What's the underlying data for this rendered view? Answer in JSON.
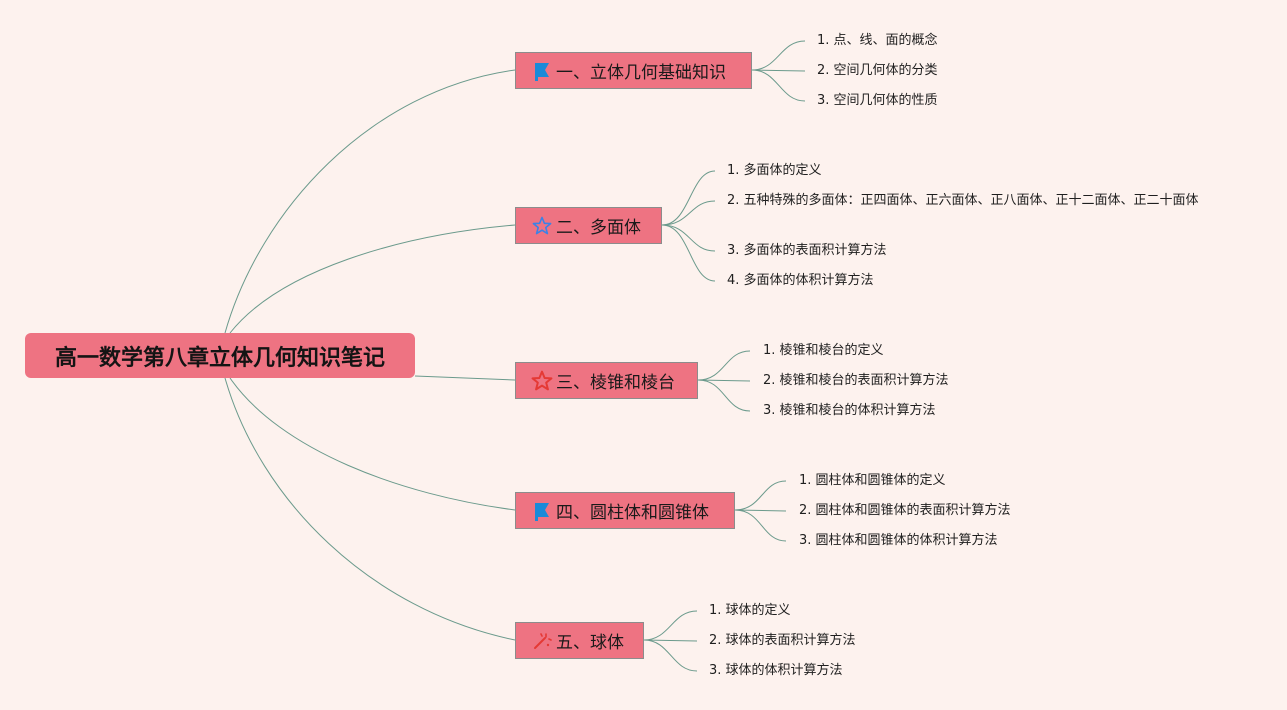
{
  "mindmap": {
    "root": {
      "label": "高一数学第八章立体几何知识笔记"
    },
    "topics": [
      {
        "label": "一、立体几何基础知识",
        "icon": "blue-flag-icon",
        "children": [
          "1. 点、线、面的概念",
          "2. 空间几何体的分类",
          "3. 空间几何体的性质"
        ]
      },
      {
        "label": "二、多面体",
        "icon": "blue-star-outline-icon",
        "children": [
          "1. 多面体的定义",
          "2. 五种特殊的多面体：正四面体、正六面体、正八面体、正十二面体、正二十面体",
          "3. 多面体的表面积计算方法",
          "4. 多面体的体积计算方法"
        ]
      },
      {
        "label": "三、棱锥和棱台",
        "icon": "red-star-outline-icon",
        "children": [
          "1. 棱锥和棱台的定义",
          "2. 棱锥和棱台的表面积计算方法",
          "3. 棱锥和棱台的体积计算方法"
        ]
      },
      {
        "label": "四、圆柱体和圆锥体",
        "icon": "blue-flag-icon",
        "children": [
          "1. 圆柱体和圆锥体的定义",
          "2. 圆柱体和圆锥体的表面积计算方法",
          "3. 圆柱体和圆锥体的体积计算方法"
        ]
      },
      {
        "label": "五、球体",
        "icon": "red-sparkle-icon",
        "children": [
          "1. 球体的定义",
          "2. 球体的表面积计算方法",
          "3. 球体的体积计算方法"
        ]
      }
    ]
  },
  "colors": {
    "background": "#fdf2ee",
    "node_fill": "#ee7382",
    "connector": "#6b9a8c",
    "flag_blue": "#1a8ad8",
    "star_blue": "#3b82e6",
    "star_red": "#e53935",
    "sparkle_red": "#e53935"
  }
}
